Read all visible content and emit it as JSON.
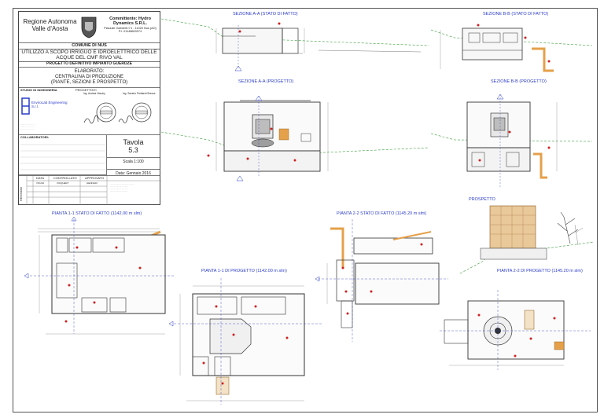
{
  "title_block": {
    "region_line1": "Regione Autonoma",
    "region_line2": "Valle d'Aosta",
    "client_name": "Committente: Hydro Dynamics S.R.L.",
    "client_addr": "Piazzale Gabrielli n°1 - 11020 Nus (AO)",
    "client_vat": "P.I. 01148600074",
    "comune": "COMUNE DI NUS",
    "project_desc": "UTILIZZO A SCOPO IRRIGUO E IDROELETTRICO DELLE ACQUE DEL CMF RIVO VAL",
    "project_phase": "PROGETTO DEFINITIVO IMPIANTO GUERDZE",
    "elaborato_label": "ELABORATO:",
    "elaborato_title": "CENTRALINA DI PRODUZIONE",
    "elaborato_sub": "(PIANTE, SEZIONI E PROSPETTO)",
    "studio_label": "STUDIO DI INGEGNERIA",
    "progettisti_label": "PROGETTISTI",
    "eng1": "Ing. Andrea Visudry",
    "eng2": "Ing. Saverio Prettaroli Brezza",
    "firm_name": "EnviroLab Engineering S.r.l.",
    "collaboratori_label": "COLLABORATORI:",
    "tavola_label": "Tavola",
    "tavola_num": "5.3",
    "scale": "Scala 1:100",
    "date": "Data: Gennaio 2016",
    "rev_headers": [
      "DATA",
      "CONTROLLATO",
      "APPROVATO"
    ],
    "rev_row": [
      "7/01/16",
      "VICQUERY",
      "GENNARI"
    ],
    "revisioni_label": "REVISIONI"
  },
  "views": {
    "sez_aa_fatto": "SEZIONE A-A (STATO DI FATTO)",
    "sez_bb_fatto": "SEZIONE B-B (STATO DI FATTO)",
    "sez_aa_prog": "SEZIONE A-A (PROGETTO)",
    "sez_bb_prog": "SEZIONE B-B (PROGETTO)",
    "prospetto": "PROSPETTO",
    "pianta_11_fatto": "PIANTA 1-1 STATO DI FATTO (1142.00 m slm)",
    "pianta_22_fatto": "PIANTA 2-2 STATO DI FATTO (1145.20 m slm)",
    "pianta_11_prog": "PIANTA 1-1 DI PROGETTO (1142.00 m slm)",
    "pianta_22_prog": "PIANTA 2-2 DI PROGETTO (1145.20 m slm)"
  },
  "colors": {
    "title_blue": "#2a3cc8",
    "terrain_green": "#3a9c3a",
    "pipe_orange": "#e5a04a",
    "marker_red": "#d02020",
    "line_dark": "#333333"
  }
}
